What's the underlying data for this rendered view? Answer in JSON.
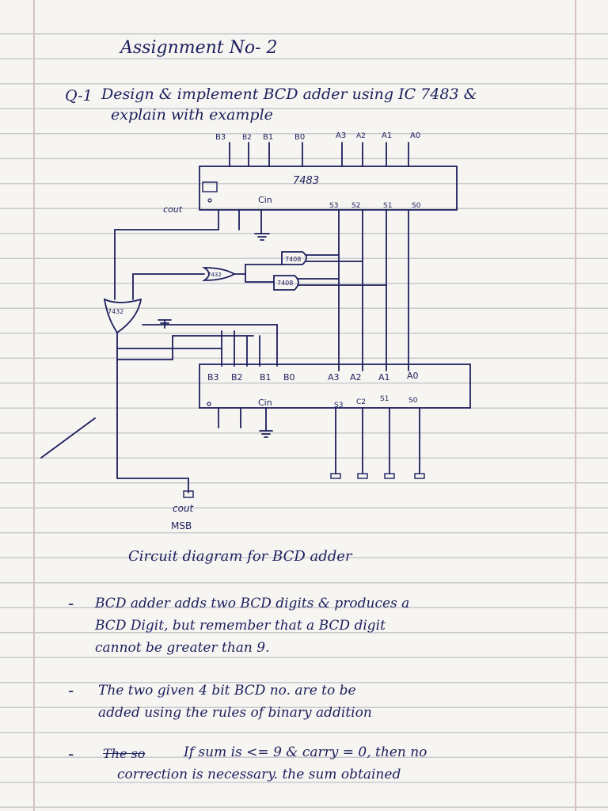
{
  "heading": "Assignment No- 2",
  "question": {
    "number": "Q-1",
    "line1": "Design & implement BCD adder using IC 7483 &",
    "line2": "explain with example"
  },
  "diagram": {
    "upper_inputs_b": [
      "B3",
      "B2",
      "B1",
      "B0"
    ],
    "upper_inputs_a": [
      "A3",
      "A2",
      "A1",
      "A0"
    ],
    "upper_ic": "7483",
    "cout_label": "cout",
    "cin_label": "Cin",
    "upper_outputs": [
      "S3",
      "S2",
      "S1",
      "S0"
    ],
    "and_gate_1": "7408",
    "and_gate_2": "7408",
    "or_gate_small": "7432",
    "or_gate_large": "7432",
    "lower_inputs_b": [
      "B3",
      "B2",
      "B1",
      "B0"
    ],
    "lower_inputs_a": [
      "A3",
      "A2",
      "A1",
      "A0"
    ],
    "lower_outputs": [
      "S3",
      "C2",
      "S1",
      "S0"
    ],
    "final_cout": "cout",
    "msb": "MSB"
  },
  "caption": "Circuit diagram for BCD adder",
  "points": [
    {
      "lines": [
        "BCD adder adds two BCD digits & produces a",
        "BCD Digit, but remember that a BCD digit",
        "cannot be greater than 9."
      ]
    },
    {
      "lines": [
        "The two given 4 bit BCD no. are to be",
        "added using the rules of binary addition"
      ]
    },
    {
      "struck": "The so",
      "lines": [
        "If sum is <= 9 & carry = 0, then no",
        "correction is necessary. the sum obtained"
      ]
    }
  ]
}
